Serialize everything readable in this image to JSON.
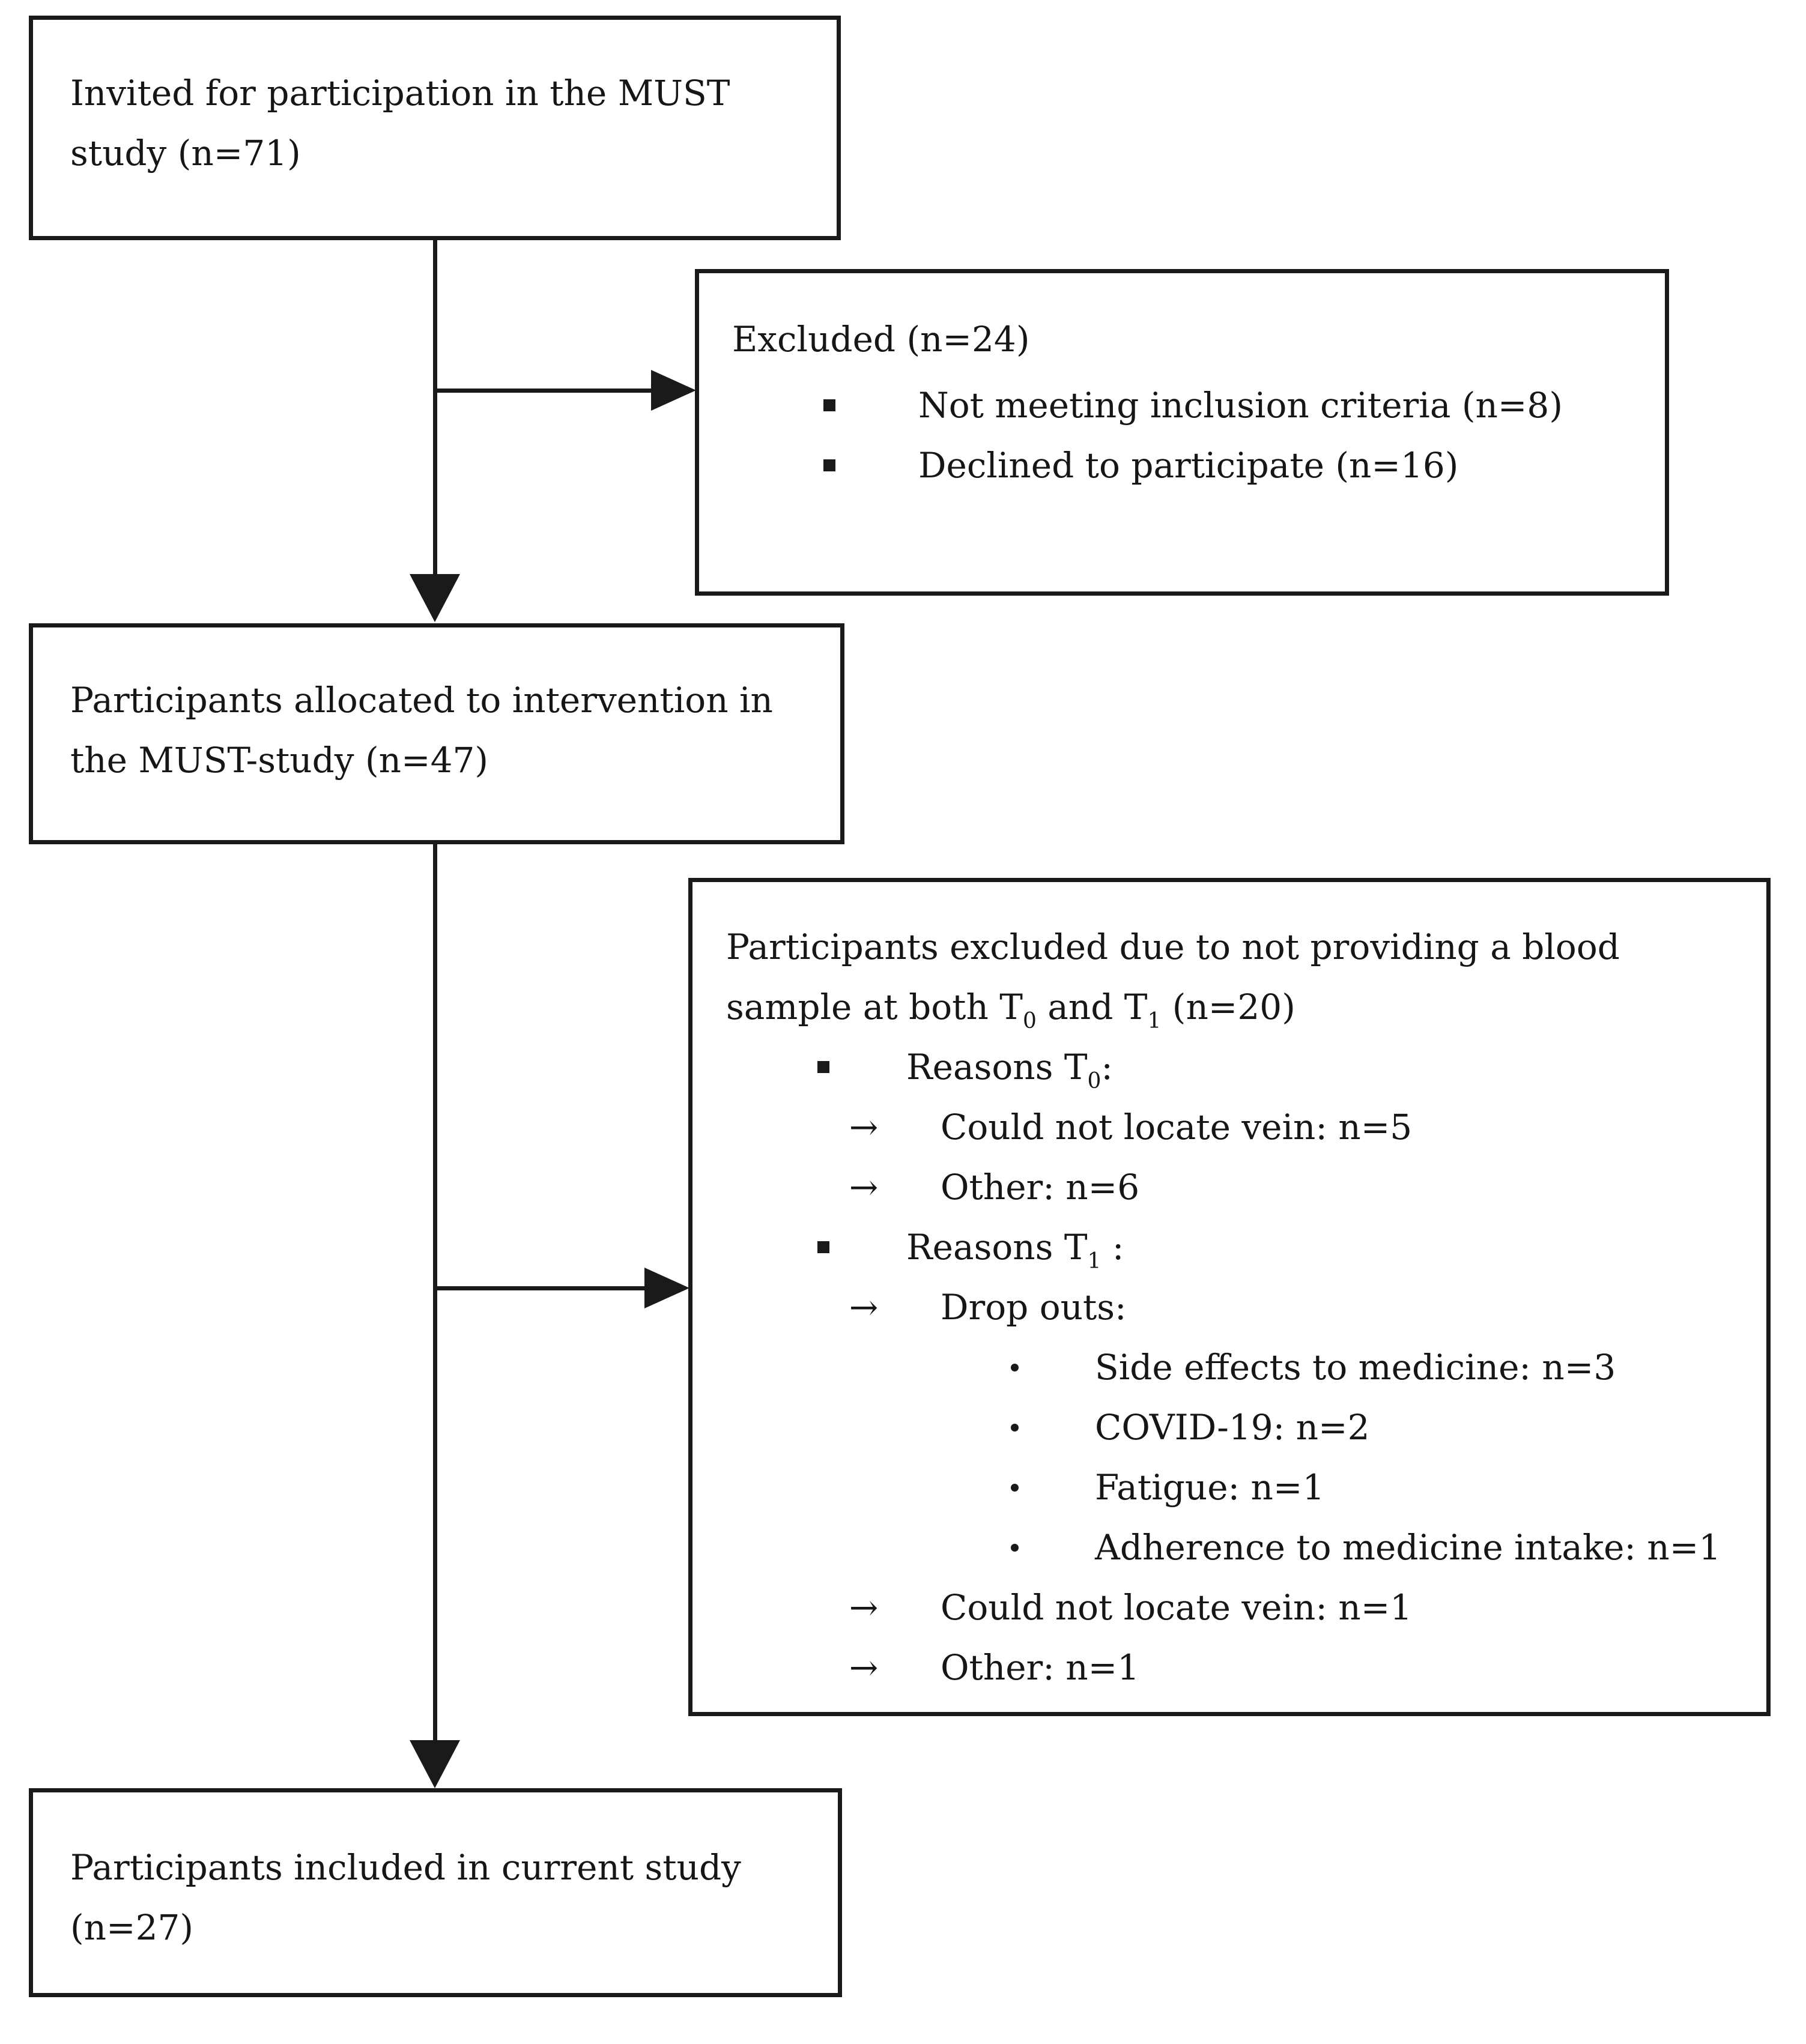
{
  "colors": {
    "background": "#ffffff",
    "border": "#1a1a1a",
    "text": "#161616"
  },
  "icons": {
    "arrow_marker": "→",
    "square_bullet": "bullet-square-icon",
    "round_bullet": "bullet-dot-icon"
  },
  "boxes": {
    "invited": {
      "lines": [
        "Invited for participation in the MUST",
        "study (n=71)"
      ]
    },
    "excluded": {
      "title": "Excluded (n=24)",
      "items": [
        "Not meeting inclusion criteria (n=8)",
        "Declined to participate (n=16)"
      ]
    },
    "allocated": {
      "lines": [
        "Participants allocated to intervention in",
        "the MUST-study (n=47)"
      ]
    },
    "blood": {
      "title1": "Participants excluded due to not providing a blood",
      "title2": {
        "s1": "sample at both T",
        "sub1": "0",
        "s2": " and T",
        "sub2": "1",
        "s3": " (n=20)"
      },
      "reasons_t0": {
        "pre": "Reasons T",
        "sub": "0",
        "post": ":"
      },
      "t0_items": [
        "Could not locate vein: n=5",
        "Other: n=6"
      ],
      "reasons_t1": {
        "pre": "Reasons T",
        "sub": "1",
        "post": " :"
      },
      "dropouts": "Drop outs:",
      "dropout_items": [
        "Side effects to medicine: n=3",
        "COVID-19: n=2",
        "Fatigue: n=1",
        "Adherence to medicine intake: n=1"
      ],
      "t1_items": [
        "Could not locate vein: n=1",
        "Other: n=1"
      ]
    },
    "included": {
      "lines": [
        "Participants included in current study",
        "(n=27)"
      ]
    }
  }
}
